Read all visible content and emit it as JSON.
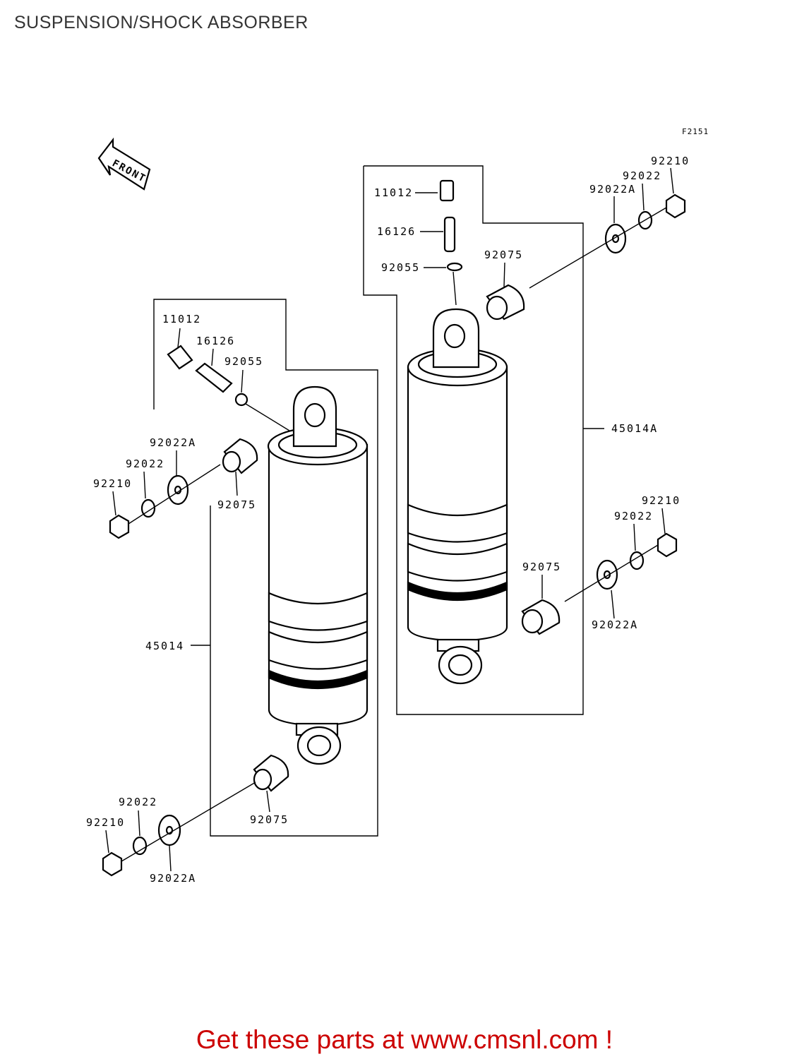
{
  "title": "SUSPENSION/SHOCK ABSORBER",
  "figure_code": "F2151",
  "front_arrow_label": "FRONT",
  "callout": "Get these parts at www.cmsnl.com !",
  "colors": {
    "callout": "#cc0000",
    "title": "#333333",
    "line": "#000000"
  },
  "parts": {
    "valve_cap": "11012",
    "valve": "16126",
    "o_ring": "92055",
    "collar": "92075",
    "washer_a": "92022A",
    "washer": "92022",
    "nut": "92210",
    "shock_left": "45014",
    "shock_right": "45014A"
  }
}
